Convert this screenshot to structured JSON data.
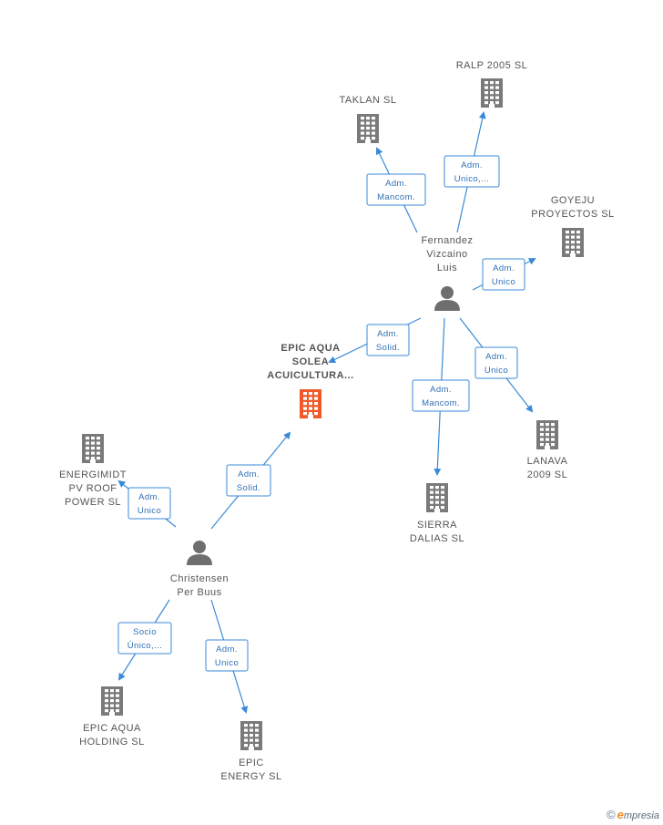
{
  "colors": {
    "building": "#7a7a7a",
    "building_focus": "#f05a28",
    "person": "#6e6e6e",
    "edge": "#3a8ad8",
    "edge_text": "#2f6fb5",
    "label": "#555555"
  },
  "nodes": [
    {
      "id": "epic-aqua-solea",
      "type": "company",
      "focus": true,
      "label_lines": [
        "EPIC AQUA",
        "SOLEA",
        "ACUICULTURA..."
      ]
    },
    {
      "id": "taklan",
      "type": "company",
      "label_lines": [
        "TAKLAN SL"
      ]
    },
    {
      "id": "ralp-2005",
      "type": "company",
      "label_lines": [
        "RALP 2005 SL"
      ]
    },
    {
      "id": "goyeju",
      "type": "company",
      "label_lines": [
        "GOYEJU",
        "PROYECTOS SL"
      ]
    },
    {
      "id": "fernandez",
      "type": "person",
      "label_lines": [
        "Fernandez",
        "Vizcaino",
        "Luis"
      ]
    },
    {
      "id": "lanava",
      "type": "company",
      "label_lines": [
        "LANAVA",
        "2009 SL"
      ]
    },
    {
      "id": "sierra-dalias",
      "type": "company",
      "label_lines": [
        "SIERRA",
        "DALIAS SL"
      ]
    },
    {
      "id": "energimidt",
      "type": "company",
      "label_lines": [
        "ENERGIMIDT",
        "PV ROOF",
        "POWER SL"
      ]
    },
    {
      "id": "christensen",
      "type": "person",
      "label_lines": [
        "Christensen",
        "Per Buus"
      ]
    },
    {
      "id": "epic-aqua-holding",
      "type": "company",
      "label_lines": [
        "EPIC AQUA",
        "HOLDING  SL"
      ]
    },
    {
      "id": "epic-energy",
      "type": "company",
      "label_lines": [
        "EPIC",
        "ENERGY SL"
      ]
    }
  ],
  "edges": [
    {
      "id": "fernandez-taklan",
      "from": "fernandez",
      "to": "taklan",
      "label_lines": [
        "Adm.",
        "Mancom."
      ]
    },
    {
      "id": "fernandez-ralp",
      "from": "fernandez",
      "to": "ralp-2005",
      "label_lines": [
        "Adm.",
        "Unico,..."
      ]
    },
    {
      "id": "fernandez-goyeju",
      "from": "fernandez",
      "to": "goyeju",
      "label_lines": [
        "Adm.",
        "Unico"
      ]
    },
    {
      "id": "fernandez-epic",
      "from": "fernandez",
      "to": "epic-aqua-solea",
      "label_lines": [
        "Adm.",
        "Solid."
      ]
    },
    {
      "id": "fernandez-sierra",
      "from": "fernandez",
      "to": "sierra-dalias",
      "label_lines": [
        "Adm.",
        "Mancom."
      ]
    },
    {
      "id": "fernandez-lanava",
      "from": "fernandez",
      "to": "lanava",
      "label_lines": [
        "Adm.",
        "Unico"
      ]
    },
    {
      "id": "christensen-epic",
      "from": "christensen",
      "to": "epic-aqua-solea",
      "label_lines": [
        "Adm.",
        "Solid."
      ]
    },
    {
      "id": "christensen-energimidt",
      "from": "christensen",
      "to": "energimidt",
      "label_lines": [
        "Adm.",
        "Unico"
      ]
    },
    {
      "id": "christensen-holding",
      "from": "christensen",
      "to": "epic-aqua-holding",
      "label_lines": [
        "Socio",
        "Único,..."
      ]
    },
    {
      "id": "christensen-energy",
      "from": "christensen",
      "to": "epic-energy",
      "label_lines": [
        "Adm.",
        "Unico"
      ]
    }
  ],
  "brand": {
    "copyright": "©",
    "initial": "e",
    "name": "mpresia"
  }
}
